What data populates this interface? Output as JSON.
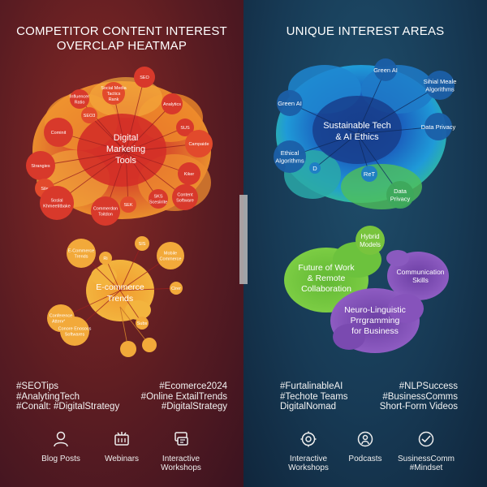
{
  "left": {
    "title_line1": "COMPETITOR CONTENT INTEREST",
    "title_line2": "OVERCLAP HEATMAP",
    "hub1": {
      "label_lines": [
        "Digital",
        "Marketing",
        "Tools"
      ]
    },
    "hub1_nodes": [
      {
        "lines": [
          "SEO"
        ]
      },
      {
        "lines": [
          "Social Media",
          "Tactics",
          "Rank"
        ]
      },
      {
        "lines": [
          "Influencer",
          "Ratio"
        ]
      },
      {
        "lines": [
          "Analytics"
        ]
      },
      {
        "lines": [
          "SEO3"
        ]
      },
      {
        "lines": [
          "Cominit"
        ]
      },
      {
        "lines": [
          "SUS"
        ]
      },
      {
        "lines": [
          "Campaide"
        ]
      },
      {
        "lines": [
          "Strangies"
        ]
      },
      {
        "lines": [
          "Kiker"
        ]
      },
      {
        "lines": [
          "Sile"
        ]
      },
      {
        "lines": [
          "Soslal",
          "Khmeetitbake"
        ]
      },
      {
        "lines": [
          "Commerdon",
          "Toitdon"
        ]
      },
      {
        "lines": [
          "SEK"
        ]
      },
      {
        "lines": [
          "SKS",
          "Scesiirite"
        ]
      },
      {
        "lines": [
          "Content",
          "Software"
        ]
      }
    ],
    "hub2": {
      "label_lines": [
        "E-commerce",
        "Trends"
      ]
    },
    "hub2_nodes": [
      {
        "lines": [
          "E-Commerce",
          "Trends"
        ]
      },
      {
        "lines": [
          "SIS"
        ]
      },
      {
        "lines": [
          "Mobile",
          "Commerce"
        ]
      },
      {
        "lines": [
          "Ri"
        ]
      },
      {
        "lines": [
          "Cirer"
        ]
      },
      {
        "lines": [
          "Subs"
        ]
      },
      {
        "lines": [
          "Conference",
          "Attended"
        ]
      },
      {
        "lines": [
          "Conore Enosocs",
          "Softwares"
        ]
      }
    ],
    "tags_left": [
      "#SEOTips",
      "#AnalytingTech",
      "#Conalt: #DigitalStrategy"
    ],
    "tags_right": [
      "#Ecomerce2024",
      "#Online ExtailTrends",
      "#DigitalStrategy"
    ],
    "icons": [
      {
        "icon": "person-icon",
        "label_lines": [
          "Blog Posts"
        ]
      },
      {
        "icon": "webinar-icon",
        "label_lines": [
          "Webinars"
        ]
      },
      {
        "icon": "workshop-icon",
        "label_lines": [
          "Interactive",
          "Workshops"
        ]
      }
    ]
  },
  "right": {
    "title": "UNIQUE INTEREST AREAS",
    "blob1": {
      "label_lines": [
        "Sustainable Tech",
        "& AI Ethics"
      ]
    },
    "blob1_nodes": [
      {
        "lines": [
          "Green AI"
        ]
      },
      {
        "lines": [
          "Sihial Meale",
          "Algorithms"
        ]
      },
      {
        "lines": [
          "Green AI"
        ]
      },
      {
        "lines": [
          "Data Privacy"
        ]
      },
      {
        "lines": [
          "Ethical",
          "Algorithms"
        ]
      },
      {
        "lines": [
          "D"
        ]
      },
      {
        "lines": [
          "ReT"
        ]
      },
      {
        "lines": [
          "Data",
          "Privacy"
        ]
      }
    ],
    "blob2": {
      "label_lines": [
        "Future of Work",
        "& Remote",
        "Collaboration"
      ]
    },
    "blob2_nodes": [
      {
        "lines": [
          "Hybrid",
          "Models"
        ]
      }
    ],
    "blob3": {
      "label_lines": [
        "Communication",
        "Skills"
      ]
    },
    "blob4": {
      "label_lines": [
        "Neuro-Linguistic",
        "Prrgramming",
        "for Business"
      ]
    },
    "tags_left": [
      "#FurtalinableAI",
      "#Techote Teams",
      "DigitalNomad"
    ],
    "tags_right": [
      "#NLPSuccess",
      "#BusinessComms",
      "Short-Form Videos"
    ],
    "icons": [
      {
        "icon": "workshop-gear-icon",
        "label_lines": [
          "Interactive",
          "Workshops"
        ]
      },
      {
        "icon": "podcast-icon",
        "label_lines": [
          "Podcasts"
        ]
      },
      {
        "icon": "mindset-icon",
        "label_lines": [
          "SusinessComm",
          "#Mindset"
        ]
      }
    ]
  },
  "colors": {
    "left_bg": "#5a1c22",
    "right_bg": "#173a55",
    "hub_red": "#d8392b",
    "hub_orange": "#ef8a2a",
    "hub_yellow": "#f2a93a",
    "blue": "#1d7bd3",
    "green": "#6fbf3c",
    "purple": "#7e4db0"
  }
}
